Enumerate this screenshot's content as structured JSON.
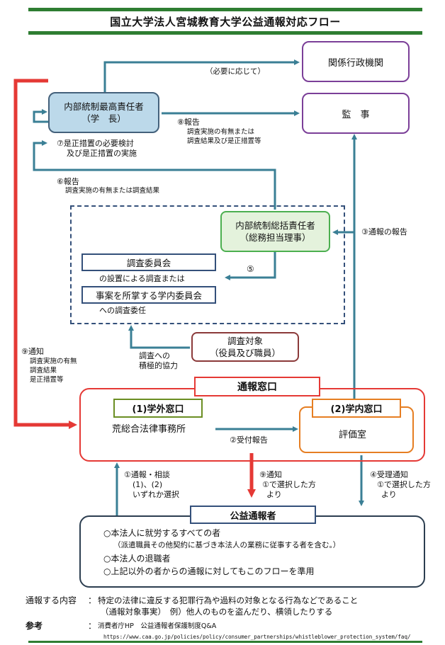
{
  "title": "国立大学法人宮城教育大学公益通報対応フロー",
  "boxes": {
    "kankei": "関係行政機関",
    "kanji": "監　事",
    "saikou_line1": "内部統制最高責任者",
    "saikou_line2": "（学　長）",
    "soukatsu_line1": "内部統制総括責任者",
    "soukatsu_line2": "（総務担当理事）",
    "chousa_iinkai": "調査委員会",
    "gakunai_iinkai": "事案を所掌する学内委員会",
    "taishou_line1": "調査対象",
    "taishou_line2": "（役員及び職員）",
    "madoguchi": "通報窓口",
    "gakugai_label": "(1)学外窓口",
    "gakugai_name": "荒総合法律事務所",
    "gakunai_label": "(2)学内窓口",
    "gakunai_name": "評価室",
    "koueki_label": "公益通報者"
  },
  "labels": {
    "hitsuyou": "（必要に応じて）",
    "hokoku8": "⑧報告",
    "hokoku8_sub1": "調査実施の有無または",
    "hokoku8_sub2": "調査結果及び是正措置等",
    "zesei7_line1": "⑦是正措置の必要検討",
    "zesei7_line2": "及び是正措置の実施",
    "hokoku6": "⑥報告",
    "hokoku6_sub": "調査実施の有無または調査結果",
    "tsuuhou_hokoku3": "③通報の報告",
    "step5": "⑤",
    "chousa_sub": "の設置による調査または",
    "gakunai_sub": "への調査委任",
    "kyouryoku_line1": "調査への",
    "kyouryoku_line2": "積極的協力",
    "tsuuchi9_left": "⑨通知",
    "tsuuchi9_left_sub1": "調査実施の有無",
    "tsuuchi9_left_sub2": "調査結果",
    "tsuuchi9_left_sub3": "是正措置等",
    "uketsuke2": "②受付報告",
    "tsuuhou1_line1": "①通報・相談",
    "tsuuhou1_line2": "(1)、(2)",
    "tsuuhou1_line3": "いずれか選択",
    "tsuuchi9_mid": "⑨通知",
    "tsuuchi9_mid_sub1": "①で選択した方",
    "tsuuchi9_mid_sub2": "より",
    "juri4": "④受理通知",
    "juri4_sub1": "①で選択した方",
    "juri4_sub2": "より"
  },
  "whistleblower": {
    "item1": "○本法人に就労するすべての者",
    "item1_note": "（派遣職員その他契約に基づき本法人の業務に従事する者を含む。）",
    "item2": "○本法人の退職者",
    "item3": "○上記以外の者からの通報に対してもこのフローを準用"
  },
  "footer": {
    "content_label": "通報する内容",
    "content_colon": "：",
    "content_line1": "特定の法律に違反する犯罪行為や過料の対象となる行為などであること",
    "content_line2": "（通報対象事実）　例）他人のものを盗んだり、横領したりする",
    "ref_label": "参考",
    "ref_colon": "：",
    "ref_line1": "消費者庁HP　公益通報者保護制度Q&A",
    "ref_url": "https://www.caa.go.jp/policies/policy/consumer_partnerships/whistleblower_protection_system/faq/"
  },
  "colors": {
    "teal_arrow": "#3a7f95",
    "red_arrow": "#e53935",
    "green_bar": "#2e7d32"
  }
}
